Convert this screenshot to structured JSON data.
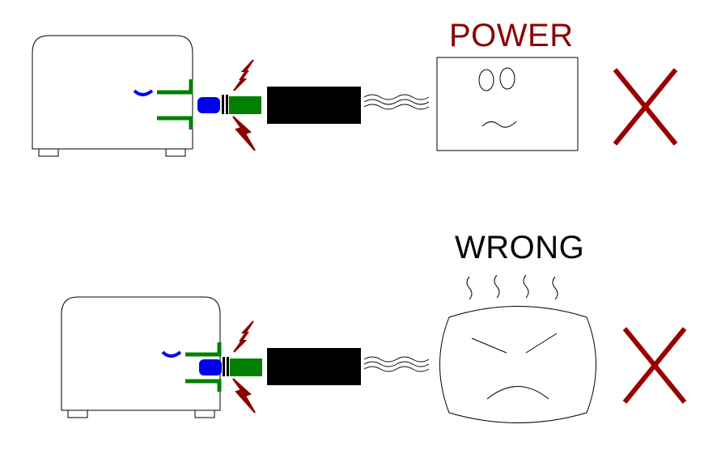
{
  "diagram": {
    "panels": [
      {
        "id": "top",
        "label": "POWER",
        "label_color": "#8b0000",
        "power_supply_mood": "sad",
        "result": "x-mark"
      },
      {
        "id": "bottom",
        "label": "WRONG",
        "label_color": "#000000",
        "power_supply_mood": "angry-hot",
        "result": "x-mark"
      }
    ],
    "colors": {
      "plug_green": "#008000",
      "plug_blue": "#0000ee",
      "spark_red": "#8b0000",
      "x_mark": "#990000",
      "cable_black": "#000000"
    },
    "icons": [
      "device-icon",
      "plug-icon",
      "spark-icon",
      "adapter-brick-icon",
      "wavy-cable-icon",
      "power-supply-face-icon",
      "heat-wave-icon",
      "x-mark-icon"
    ]
  }
}
